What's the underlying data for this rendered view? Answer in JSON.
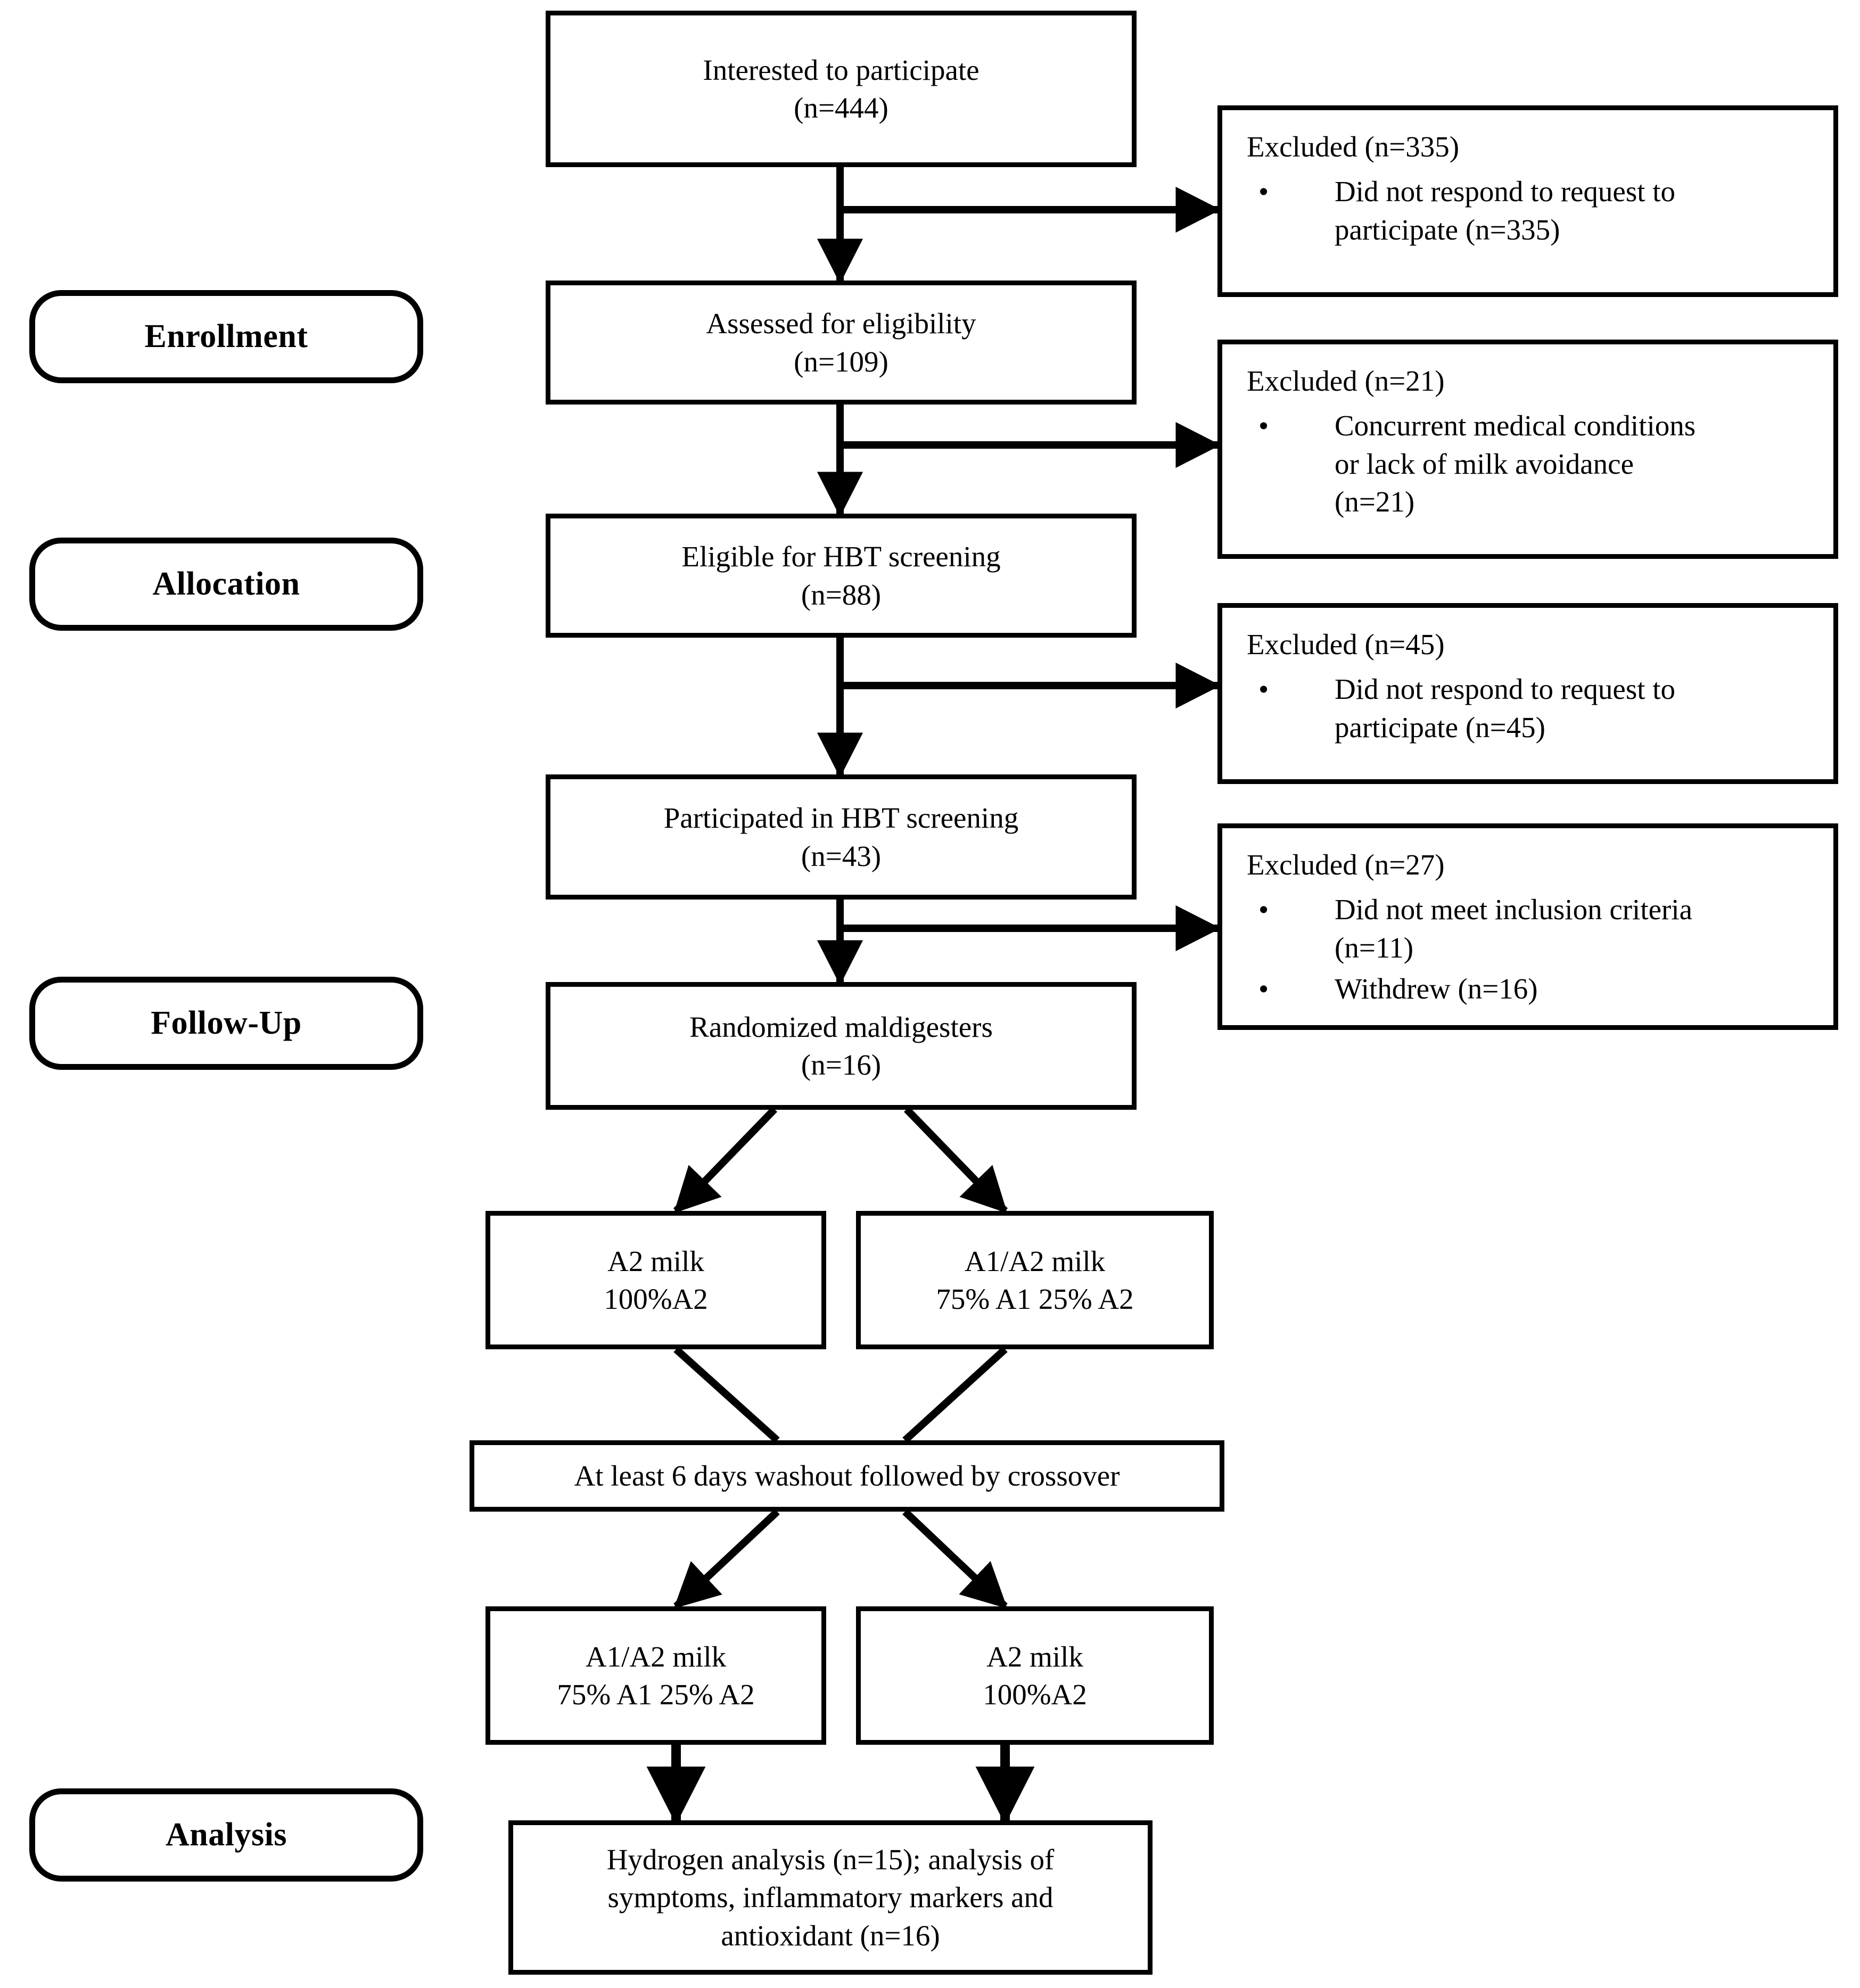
{
  "diagram": {
    "type": "consort-flow-diagram",
    "title": "CONSORT participant flow diagram",
    "line_color": "#000000",
    "background": "#ffffff"
  },
  "stages": [
    {
      "id": "enrollment",
      "label": "Enrollment"
    },
    {
      "id": "allocation",
      "label": "Allocation"
    },
    {
      "id": "follow-up",
      "label": "Follow-Up"
    },
    {
      "id": "analysis",
      "label": "Analysis"
    }
  ],
  "nodes": {
    "interested": {
      "lines": [
        "Interested to participate",
        "(n=444)"
      ],
      "n": 444
    },
    "assessed": {
      "lines": [
        "Assessed for eligibility",
        "(n=109)"
      ],
      "n": 109
    },
    "eligible": {
      "lines": [
        "Eligible for HBT screening",
        "(n=88)"
      ],
      "n": 88
    },
    "participated": {
      "lines": [
        "Participated in HBT screening",
        "(n=43)"
      ],
      "n": 43
    },
    "randomized": {
      "lines": [
        "Randomized maldigesters",
        "(n=16)"
      ],
      "n": 16
    },
    "arm_a2_p1": {
      "lines": [
        "A2 milk",
        "100%A2"
      ]
    },
    "arm_a1a2_p1": {
      "lines": [
        "A1/A2 milk",
        "75% A1 25% A2"
      ]
    },
    "washout": {
      "lines": [
        "At least 6 days washout followed by crossover"
      ]
    },
    "arm_a1a2_p2": {
      "lines": [
        "A1/A2 milk",
        "75% A1 25% A2"
      ]
    },
    "arm_a2_p2": {
      "lines": [
        "A2 milk",
        "100%A2"
      ]
    },
    "analysis": {
      "lines": [
        "Hydrogen analysis (n=15); analysis of",
        "symptoms, inflammatory markers and",
        "antioxidant (n=16)"
      ]
    }
  },
  "exclusions": [
    {
      "id": "excl-1",
      "heading": "Excluded (n=335)",
      "n": 335,
      "items": [
        {
          "lines": [
            "Did not respond to request to",
            "participate (n=335)"
          ]
        }
      ]
    },
    {
      "id": "excl-2",
      "heading": "Excluded (n=21)",
      "n": 21,
      "items": [
        {
          "lines": [
            "Concurrent medical conditions",
            "or lack of milk avoidance",
            "(n=21)"
          ]
        }
      ]
    },
    {
      "id": "excl-3",
      "heading": "Excluded (n=45)",
      "n": 45,
      "items": [
        {
          "lines": [
            "Did not respond to request to",
            "participate (n=45)"
          ]
        }
      ]
    },
    {
      "id": "excl-4",
      "heading": "Excluded (n=27)",
      "n": 27,
      "items": [
        {
          "lines": [
            "Did not meet inclusion criteria",
            "(n=11)"
          ]
        },
        {
          "lines": [
            "Withdrew (n=16)"
          ]
        }
      ]
    }
  ],
  "bullet_glyph": "•"
}
